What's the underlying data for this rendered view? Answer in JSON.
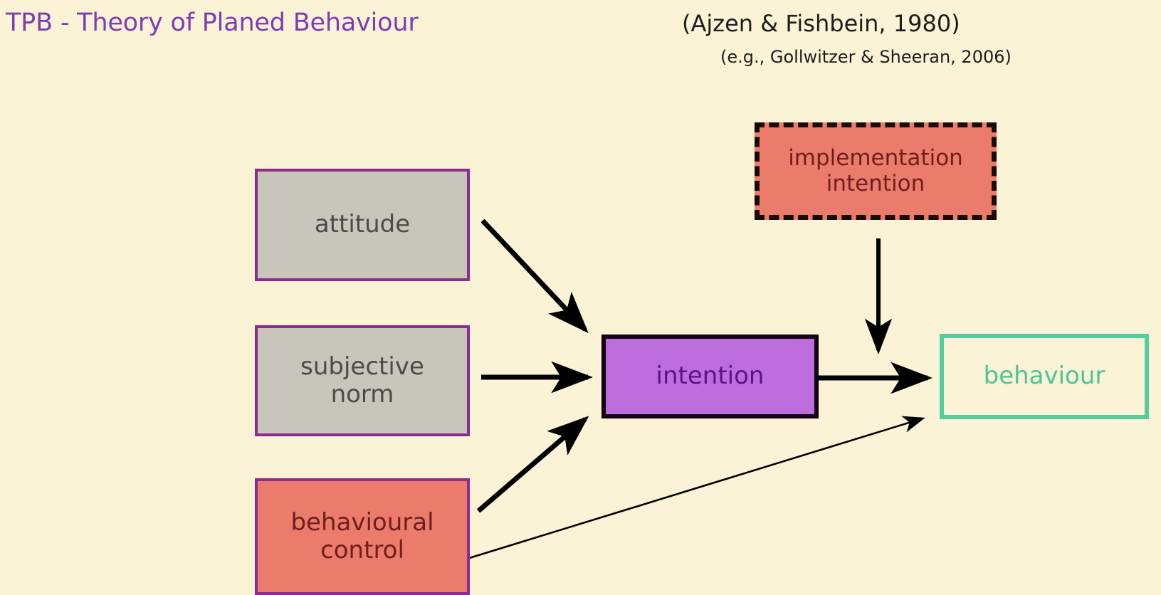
{
  "slide": {
    "title": "TPB - Theory of Planed Behaviour",
    "citation_main": "(Ajzen & Fishbein, 1980)",
    "citation_sub": "(e.g., Gollwitzer & Sheeran, 2006)",
    "background_color": "#FBF3D5",
    "title_color": "#7D3CB5"
  },
  "diagram": {
    "type": "flow-diagram",
    "nodes": [
      {
        "id": "attitude",
        "label": "attitude",
        "fill": "#C8C6BA",
        "border": "#8B2C8E",
        "text_color": "#4B4B4B",
        "border_style": "solid"
      },
      {
        "id": "subjective-norm",
        "label": "subjective\nnorm",
        "fill": "#C8C6BA",
        "border": "#8B2C8E",
        "text_color": "#4B4B4B",
        "border_style": "solid"
      },
      {
        "id": "behavioural-control",
        "label": "behavioural\ncontrol",
        "fill": "#EB7C6C",
        "border": "#8B2C8E",
        "text_color": "#6F1E1E",
        "border_style": "solid"
      },
      {
        "id": "intention",
        "label": "intention",
        "fill": "#BE6DDD",
        "border": "#120014",
        "text_color": "#5B1487",
        "border_style": "solid"
      },
      {
        "id": "implementation-intention",
        "label": "implementation\nintention",
        "fill": "#EB7C6C",
        "border": "#1A0A06",
        "text_color": "#6F1E1E",
        "border_style": "dashed"
      },
      {
        "id": "behaviour",
        "label": "behaviour",
        "fill": "transparent",
        "border": "#55CB9E",
        "text_color": "#4CC59A",
        "border_style": "solid"
      }
    ],
    "edges": [
      {
        "id": "attitude-to-intention",
        "from": "attitude",
        "to": "intention",
        "weight": "thick"
      },
      {
        "id": "subjective-norm-to-intention",
        "from": "subjective-norm",
        "to": "intention",
        "weight": "thick"
      },
      {
        "id": "behavioural-control-to-intention",
        "from": "behavioural-control",
        "to": "intention",
        "weight": "thick"
      },
      {
        "id": "behavioural-control-to-behaviour",
        "from": "behavioural-control",
        "to": "behaviour",
        "weight": "thin"
      },
      {
        "id": "intention-to-behaviour",
        "from": "intention",
        "to": "behaviour",
        "weight": "thick"
      },
      {
        "id": "implementation-intention-to-behaviour",
        "from": "implementation-intention",
        "to": "behaviour",
        "weight": "thick"
      }
    ]
  }
}
